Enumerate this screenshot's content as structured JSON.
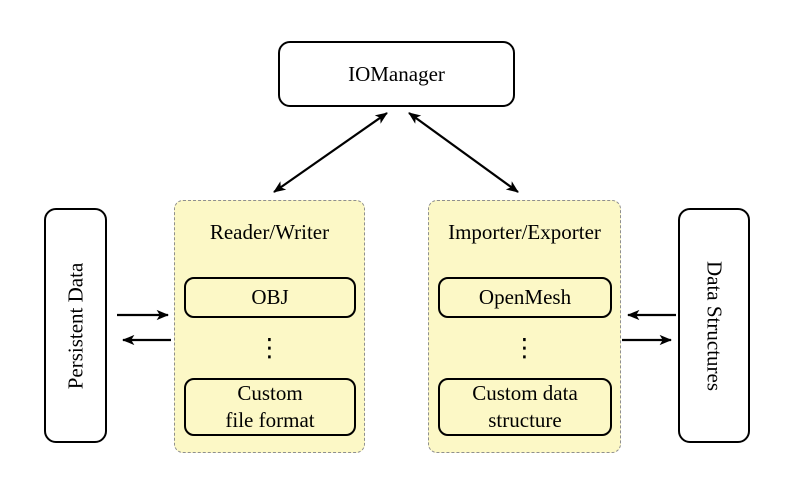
{
  "diagram": {
    "iomanager": {
      "label": "IOManager"
    },
    "persistent_data": {
      "label": "Persistent Data"
    },
    "data_structures": {
      "label": "Data Structures"
    },
    "reader_writer": {
      "title": "Reader/Writer",
      "top_item": "OBJ",
      "ellipsis": "⋮",
      "bottom_item": "Custom\nfile format"
    },
    "importer_exporter": {
      "title": "Importer/Exporter",
      "top_item": "OpenMesh",
      "ellipsis": "⋮",
      "bottom_item": "Custom data\nstructure"
    },
    "colors": {
      "group_fill": "#fcf8c6",
      "group_border": "#8f8f8f",
      "node_fill": "#ffffff",
      "node_border": "#000000",
      "arrow": "#000000",
      "text": "#000000"
    }
  }
}
